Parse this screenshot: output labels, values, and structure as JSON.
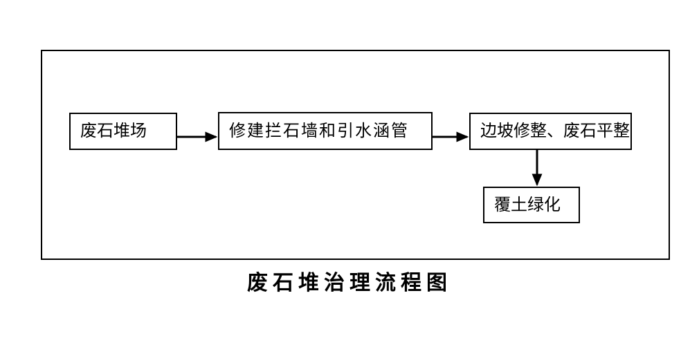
{
  "diagram": {
    "title": "废石堆治理流程图",
    "nodes": [
      {
        "label": "废石堆场"
      },
      {
        "label": "修建拦石墙和引水涵管"
      },
      {
        "label": "边坡修整、废石平整"
      },
      {
        "label": "覆土绿化"
      }
    ],
    "flow": [
      "废石堆场 -> 修建拦石墙和引水涵管",
      "修建拦石墙和引水涵管 -> 边坡修整、废石平整",
      "边坡修整、废石平整 -> 覆土绿化"
    ],
    "colors": {
      "line": "#000000",
      "box_border": "#000000",
      "text": "#000000",
      "background": "#ffffff"
    }
  }
}
